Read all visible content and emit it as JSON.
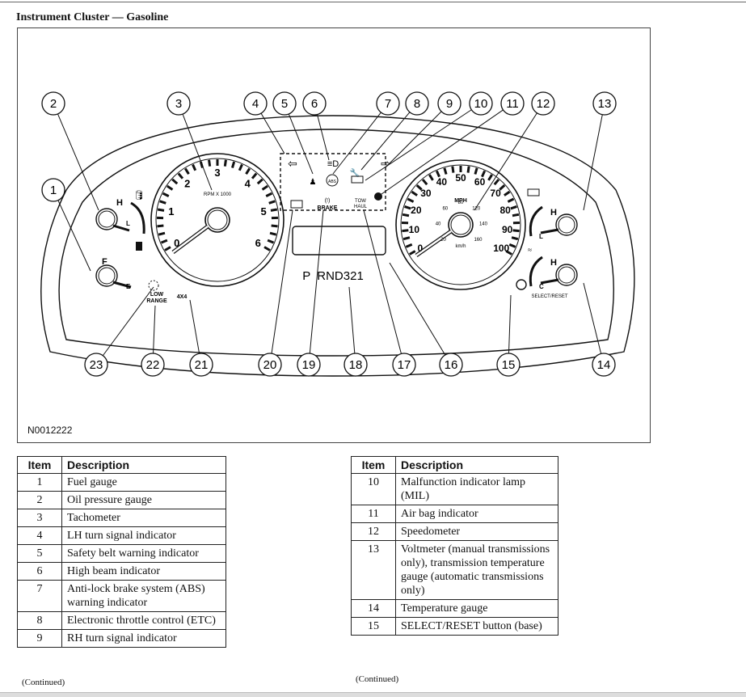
{
  "page": {
    "title": "Instrument Cluster — Gasoline",
    "figure_id": "N0012222",
    "continued_left": "(Continued)",
    "continued_right": "(Continued)"
  },
  "diagram": {
    "callouts": [
      "1",
      "2",
      "3",
      "4",
      "5",
      "6",
      "7",
      "8",
      "9",
      "10",
      "11",
      "12",
      "13",
      "14",
      "15",
      "16",
      "17",
      "18",
      "19",
      "20",
      "21",
      "22",
      "23"
    ],
    "tachometer": {
      "labels": [
        "0",
        "1",
        "2",
        "3",
        "4",
        "5",
        "6"
      ],
      "unit": "RPM X 1000"
    },
    "speedometer": {
      "mph_labels": [
        "0",
        "10",
        "20",
        "30",
        "40",
        "50",
        "60",
        "70",
        "80",
        "90",
        "100"
      ],
      "unit_top": "MPH",
      "unit_bottom": "km/h",
      "kmh_labels": [
        "20",
        "40",
        "60",
        "80",
        "120",
        "140",
        "160"
      ]
    },
    "oil_gauge": {
      "high": "H",
      "low": "L"
    },
    "fuel_gauge": {
      "full": "F",
      "empty": "E"
    },
    "volt_gauge": {
      "high": "H",
      "low": "L"
    },
    "temp_gauge": {
      "high": "H",
      "low": "C"
    },
    "indicators": {
      "brake": "BRAKE",
      "abs": "ABS",
      "tow_1": "TOW",
      "tow_2": "HAUL",
      "low_range_1": "LOW",
      "low_range_2": "RANGE",
      "four_by_four": "4X4",
      "select_reset": "SELECT/RESET"
    },
    "prndl": "P  RND321"
  },
  "table_left": {
    "headers": [
      "Item",
      "Description"
    ],
    "rows": [
      {
        "item": "1",
        "desc": "Fuel gauge"
      },
      {
        "item": "2",
        "desc": "Oil pressure gauge"
      },
      {
        "item": "3",
        "desc": "Tachometer"
      },
      {
        "item": "4",
        "desc": "LH turn signal indicator"
      },
      {
        "item": "5",
        "desc": "Safety belt warning indicator"
      },
      {
        "item": "6",
        "desc": "High beam indicator"
      },
      {
        "item": "7",
        "desc": "Anti-lock brake system (ABS) warning indicator"
      },
      {
        "item": "8",
        "desc": "Electronic throttle control (ETC)"
      },
      {
        "item": "9",
        "desc": "RH turn signal indicator"
      }
    ]
  },
  "table_right": {
    "headers": [
      "Item",
      "Description"
    ],
    "rows": [
      {
        "item": "10",
        "desc": "Malfunction indicator lamp (MIL)"
      },
      {
        "item": "11",
        "desc": "Air bag indicator"
      },
      {
        "item": "12",
        "desc": "Speedometer"
      },
      {
        "item": "13",
        "desc": "Voltmeter (manual transmissions only), transmission temperature gauge (automatic transmissions only)"
      },
      {
        "item": "14",
        "desc": "Temperature gauge"
      },
      {
        "item": "15",
        "desc": "SELECT/RESET button (base)"
      }
    ]
  }
}
